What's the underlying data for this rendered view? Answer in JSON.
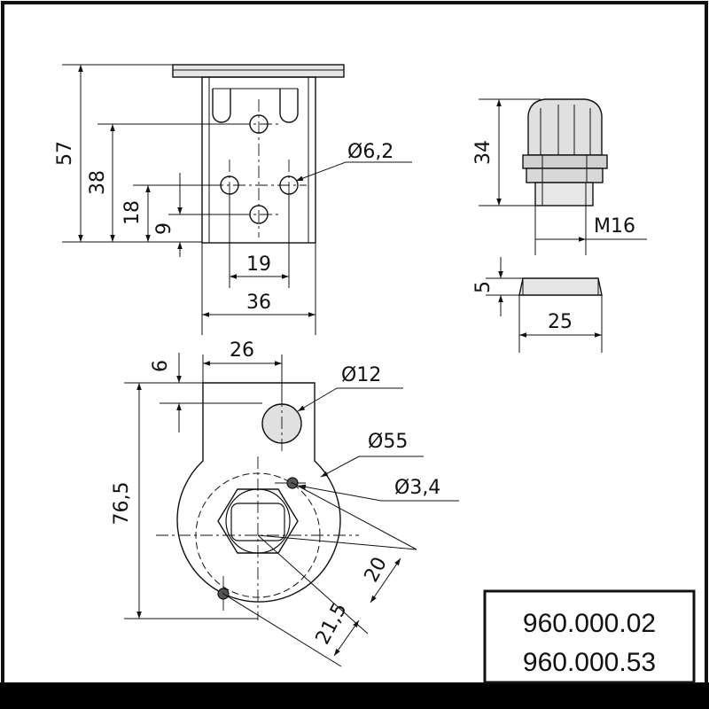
{
  "views": {
    "front": {
      "height_total": "57",
      "height_38": "38",
      "height_18": "18",
      "height_9": "9",
      "hole_spacing": "19",
      "width": "36",
      "hole_dia": "Ø6,2"
    },
    "gland": {
      "height": "34",
      "thread": "M16"
    },
    "plate": {
      "thickness": "5",
      "width": "25"
    },
    "bottom": {
      "offset_26": "26",
      "offset_6": "6",
      "height_total": "76,5",
      "hole_dia_12": "Ø12",
      "circle_dia_55": "Ø55",
      "hole_dia_3_4": "Ø3,4",
      "dim_20": "20",
      "dim_21_5": "21,5"
    }
  },
  "part_numbers": [
    "960.000.02",
    "960.000.53"
  ]
}
